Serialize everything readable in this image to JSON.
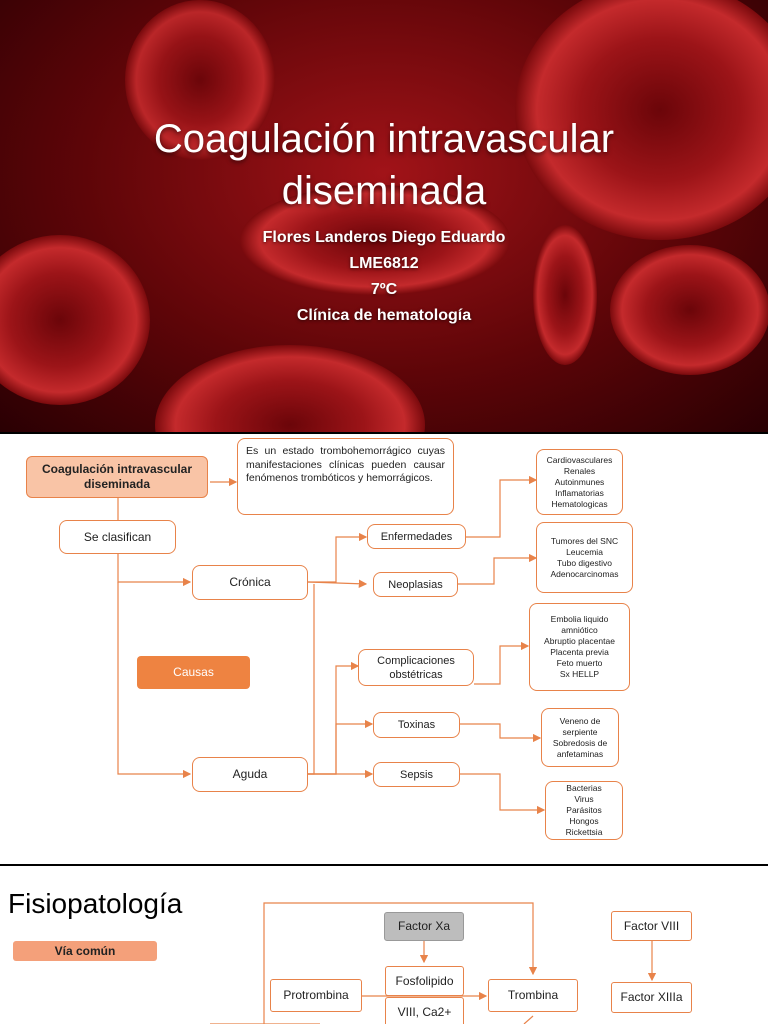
{
  "slide1": {
    "title_line1": "Coagulación intravascular",
    "title_line2": "diseminada",
    "author": "Flores Landeros Diego Eduardo",
    "id": "LME6812",
    "group": "7ºC",
    "clinic": "Clínica de hematología"
  },
  "slide2": {
    "main": "Coagulación intravascular diseminada",
    "definition": "Es un estado trombohemorrágico cuyas manifestaciones clínicas pueden causar fenómenos trombóticos y hemorrágicos.",
    "classify": "Se clasifican",
    "cronica": "Crónica",
    "aguda": "Aguda",
    "causas": "Causas",
    "enfermedades": "Enfermedades",
    "neoplasias": "Neoplasias",
    "complicaciones": "Complicaciones obstétricas",
    "toxinas": "Toxinas",
    "sepsis": "Sepsis",
    "enf_list": [
      "Cardiovasculares",
      "Renales",
      "Autoinmunes",
      "Inflamatorias",
      "Hematologicas"
    ],
    "neo_list": [
      "Tumores del SNC",
      "Leucemia",
      "Tubo digestivo",
      "Adenocarcinomas"
    ],
    "comp_list": [
      "Embolia liquido amniótico",
      "Abruptio placentae",
      "Placenta previa",
      "Feto muerto",
      "Sx HELLP"
    ],
    "tox_list": [
      "Veneno de serpiente",
      "Sobredosis de anfetaminas"
    ],
    "sep_list": [
      "Bacterias",
      "Virus",
      "Parásitos",
      "Hongos",
      "Rickettsia"
    ]
  },
  "slide3": {
    "title": "Fisiopatología",
    "via": "Vía común",
    "factor_xa": "Factor Xa",
    "fosfolipido": "Fosfolipido",
    "protrombina": "Protrombina",
    "trombina": "Trombina",
    "viii_ca": "VIII, Ca2+",
    "factor_viii": "Factor VIII",
    "factor_xiiia": "Factor XIIIa"
  },
  "colors": {
    "accent": "#ee8341",
    "peach": "#f9c4a6",
    "blood": "#a11318"
  }
}
